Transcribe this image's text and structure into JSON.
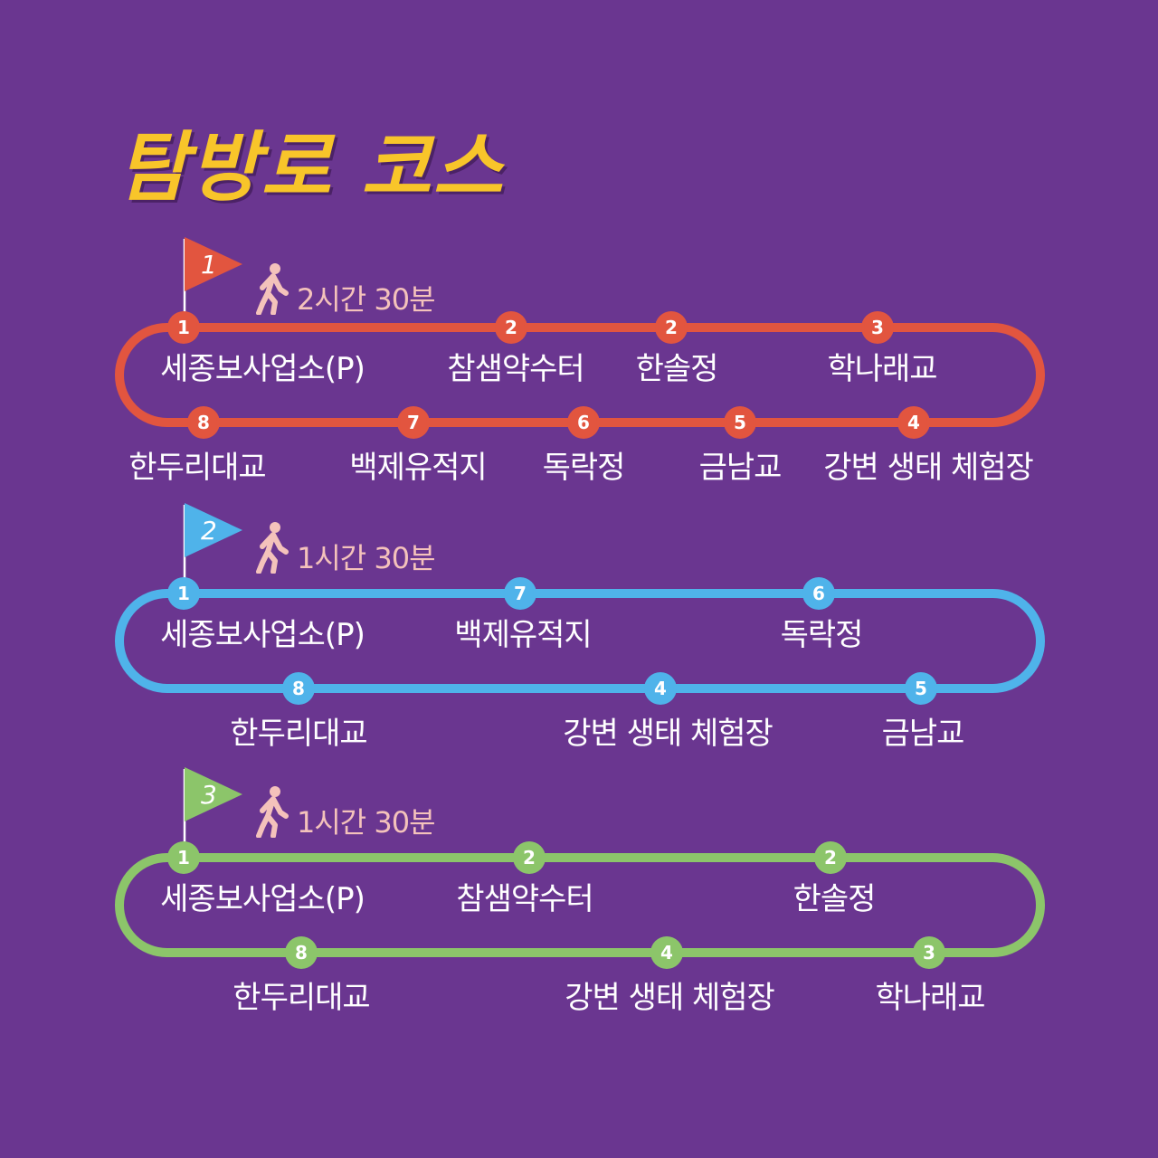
{
  "title": "탐방로 코스",
  "courses": [
    {
      "flag_number": "1",
      "color": "#e2553f",
      "duration": "2시간 30분",
      "icon": "walking-person-icon",
      "top_stops": [
        {
          "badge": "1",
          "label": "세종보사업소(P)"
        },
        {
          "badge": "2",
          "label": "참샘약수터"
        },
        {
          "badge": "2",
          "label": "한솔정"
        },
        {
          "badge": "3",
          "label": "학나래교"
        }
      ],
      "bottom_stops": [
        {
          "badge": "8",
          "label": "한두리대교"
        },
        {
          "badge": "7",
          "label": "백제유적지"
        },
        {
          "badge": "6",
          "label": "독락정"
        },
        {
          "badge": "5",
          "label": "금남교"
        },
        {
          "badge": "4",
          "label": "강변 생태 체험장"
        }
      ]
    },
    {
      "flag_number": "2",
      "color": "#4fb3ea",
      "duration": "1시간 30분",
      "icon": "walking-person-icon",
      "top_stops": [
        {
          "badge": "1",
          "label": "세종보사업소(P)"
        },
        {
          "badge": "7",
          "label": "백제유적지"
        },
        {
          "badge": "6",
          "label": "독락정"
        }
      ],
      "bottom_stops": [
        {
          "badge": "8",
          "label": "한두리대교"
        },
        {
          "badge": "4",
          "label": "강변 생태 체험장"
        },
        {
          "badge": "5",
          "label": "금남교"
        }
      ]
    },
    {
      "flag_number": "3",
      "color": "#8cc56a",
      "duration": "1시간 30분",
      "icon": "walking-person-icon",
      "top_stops": [
        {
          "badge": "1",
          "label": "세종보사업소(P)"
        },
        {
          "badge": "2",
          "label": "참샘약수터"
        },
        {
          "badge": "2",
          "label": "한솔정"
        }
      ],
      "bottom_stops": [
        {
          "badge": "8",
          "label": "한두리대교"
        },
        {
          "badge": "4",
          "label": "강변 생태 체험장"
        },
        {
          "badge": "3",
          "label": "학나래교"
        }
      ]
    }
  ]
}
